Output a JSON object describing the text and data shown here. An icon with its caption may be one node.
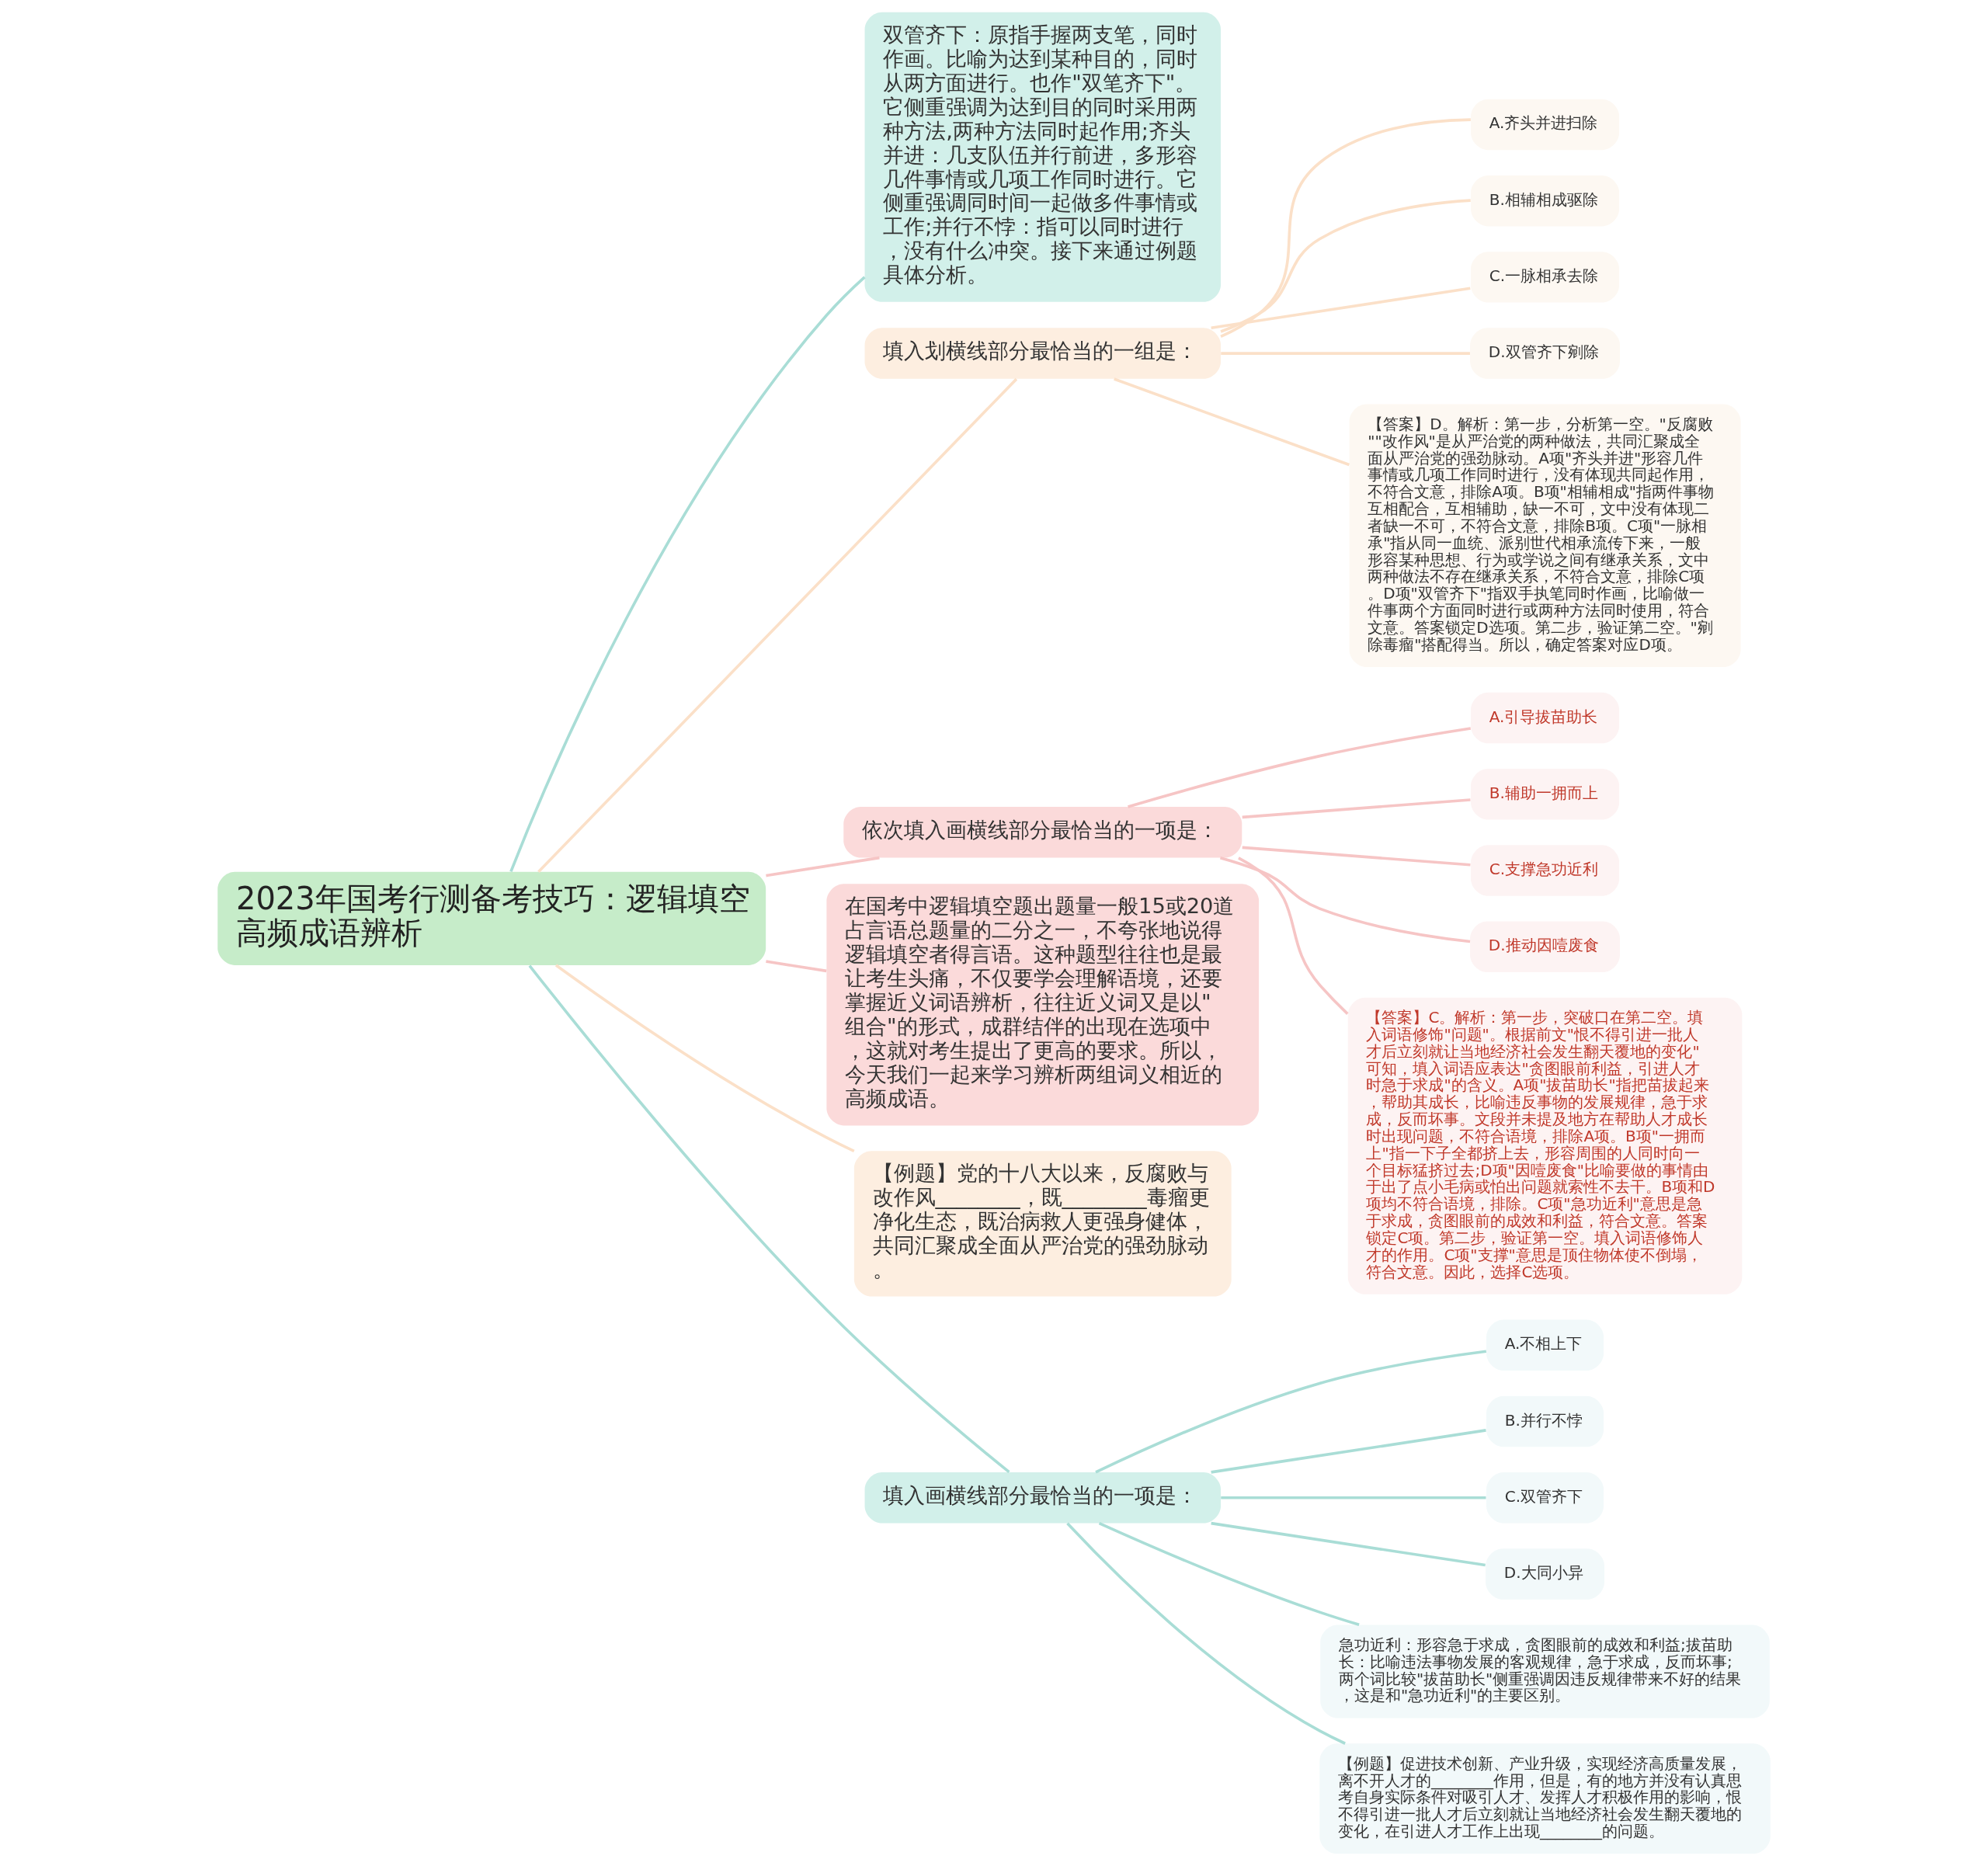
{
  "diagram": {
    "nodes": [
      {
        "text": [
          "2023年国考行测备考技巧：逻辑填空高频成语辨析"
        ]
      },
      {
        "text": [
          "双管齐下：原指手握两支笔，同时作画。比喻为达到某种目的，同时从两方面进行。也作\"双笔齐下\"。它侧重强调为达到目的同时采用两种方法,两种方法同时起作用;齐头并进：几支队伍并行前进，多形容几件事情或几项工作同时进行。它侧重强调同时间一起做多件事情或工作;并行不悖：指可以同时进行，没有什么冲突。接下来通过例题具体分析。"
        ]
      },
      {
        "text": [
          "填入划横线部分最恰当的一组是："
        ]
      },
      {
        "text": [
          "A.齐头并进扫除"
        ]
      },
      {
        "text": [
          "B.相辅相成驱除"
        ]
      },
      {
        "text": [
          "C.一脉相承去除"
        ]
      },
      {
        "text": [
          "D.双管齐下剜除"
        ]
      },
      {
        "text": [
          "【答案】D。解析：第一步，分析第一空。\"反腐败\"\"改作风\"是从严治党的两种做法，共同汇聚成全面从严治党的强劲脉动。A项\"齐头并进\"形容几件事情或几项工作同时进行，没有体现共同起作用，不符合文意，排除A项。B项\"相辅相成\"指两件事物互相配合，互相辅助，缺一不可，文中没有体现二者缺一不可，不符合文意，排除B项。C项\"一脉相承\"指从同一血统、派别世代相承流传下来，一般形容某种思想、行为或学说之间有继承关系，文中两种做法不存在继承关系，不符合文意，排除C项。D项\"双管齐下\"指双手执笔同时作画，比喻做一件事两个方面同时进行或两种方法同时使用，符合文意。答案锁定D选项。第二步，验证第二空。\"剜除毒瘤\"搭配得当。所以，确定答案对应D项。"
        ]
      },
      {
        "text": [
          "依次填入画横线部分最恰当的一项是："
        ]
      },
      {
        "text": [
          "A.引导拔苗助长"
        ]
      },
      {
        "text": [
          "B.辅助一拥而上"
        ]
      },
      {
        "text": [
          "C.支撑急功近利"
        ]
      },
      {
        "text": [
          "D.推动因噎废食"
        ]
      },
      {
        "text": [
          "【答案】C。解析：第一步，突破口在第二空。填入词语修饰\"问题\"。根据前文\"恨不得引进一批人才后立刻就让当地经济社会发生翻天覆地的变化\"可知，填入词语应表达\"贪图眼前利益，引进人才时急于求成\"的含义。A项\"拔苗助长\"指把苗拔起来，帮助其成长，比喻违反事物的发展规律，急于求成，反而坏事。文段并未提及地方在帮助人才成长时出现问题，不符合语境，排除A项。B项\"一拥而上\"指一下子全都挤上去，形容周围的人同时向一个目标猛挤过去;D项\"因噎废食\"比喻要做的事情由于出了点小毛病或怕出问题就索性不去干。B项和D项均不符合语境，排除。C项\"急功近利\"意思是急于求成，贪图眼前的成效和利益，符合文意。答案锁定C项。第二步，验证第一空。填入词语修饰人才的作用。C项\"支撑\"意思是顶住物体使不倒塌，符合文意。因此，选择C选项。"
        ]
      },
      {
        "text": [
          "在国考中逻辑填空题出题量一般15或20道占言语总题量的二分之一，不夸张地说得逻辑填空者得言语。这种题型往往也是最让考生头痛，不仅要学会理解语境，还要掌握近义词语辨析，往往近义词又是以\"组合\"的形式，成群结伴的出现在选项中，这就对考生提出了更高的要求。所以，今天我们一起来学习辨析两组词义相近的高频成语。"
        ]
      },
      {
        "text": [
          "【例题】党的十八大以来，反腐败与改作风________，既________毒瘤更净化生态，既治病救人更强身健体，共同汇聚成全面从严治党的强劲脉动。"
        ]
      },
      {
        "text": [
          "填入画横线部分最恰当的一项是："
        ]
      },
      {
        "text": [
          "A.不相上下"
        ]
      },
      {
        "text": [
          "B.并行不悖"
        ]
      },
      {
        "text": [
          "C.双管齐下"
        ]
      },
      {
        "text": [
          "D.大同小异"
        ]
      },
      {
        "text": [
          "急功近利：形容急于求成，贪图眼前的成效和利益;拔苗助长：比喻违法事物发展的客观规律，急于求成，反而坏事;两个词比较\"拔苗助长\"侧重强调因违反规律带来不好的结果，这是和\"急功近利\"的主要区别。"
        ]
      },
      {
        "text": [
          "【例题】促进技术创新、产业升级，实现经济高质量发展，离不开人才的________作用，但是，有的地方并没有认真思考自身实际条件对吸引人才、发挥人才积极作用的影响，恨不得引进一批人才后立刻就让当地经济社会发生翻天覆地的变化，在引进人才工作上出现________的问题。"
        ]
      }
    ],
    "edges": [
      {
        "from": 0,
        "to": 1,
        "arrow": "none",
        "color": "#a9ddd6"
      },
      {
        "from": 0,
        "to": 2,
        "arrow": "none",
        "color": "#fbe0c8"
      },
      {
        "from": 2,
        "to": 3,
        "arrow": "none",
        "color": "#fbe0c8"
      },
      {
        "from": 2,
        "to": 4,
        "arrow": "none",
        "color": "#fbe0c8"
      },
      {
        "from": 2,
        "to": 5,
        "arrow": "none",
        "color": "#fbe0c8"
      },
      {
        "from": 2,
        "to": 6,
        "arrow": "none",
        "color": "#fbe0c8"
      },
      {
        "from": 2,
        "to": 7,
        "arrow": "none",
        "color": "#fbe0c8"
      },
      {
        "from": 0,
        "to": 8,
        "arrow": "none",
        "color": "#f6c5c5"
      },
      {
        "from": 8,
        "to": 9,
        "arrow": "none",
        "color": "#f6c5c5"
      },
      {
        "from": 8,
        "to": 10,
        "arrow": "none",
        "color": "#f6c5c5"
      },
      {
        "from": 8,
        "to": 11,
        "arrow": "none",
        "color": "#f6c5c5"
      },
      {
        "from": 8,
        "to": 12,
        "arrow": "none",
        "color": "#f6c5c5"
      },
      {
        "from": 8,
        "to": 13,
        "arrow": "none",
        "color": "#f6c5c5"
      },
      {
        "from": 0,
        "to": 14,
        "arrow": "none",
        "color": "#f6c5c5"
      },
      {
        "from": 0,
        "to": 15,
        "arrow": "none",
        "color": "#fbe0c8"
      },
      {
        "from": 0,
        "to": 16,
        "arrow": "none",
        "color": "#a9ddd6"
      },
      {
        "from": 16,
        "to": 17,
        "arrow": "none",
        "color": "#a9ddd6"
      },
      {
        "from": 16,
        "to": 18,
        "arrow": "none",
        "color": "#a9ddd6"
      },
      {
        "from": 16,
        "to": 19,
        "arrow": "none",
        "color": "#a9ddd6"
      },
      {
        "from": 16,
        "to": 20,
        "arrow": "none",
        "color": "#a9ddd6"
      },
      {
        "from": 16,
        "to": 21,
        "arrow": "none",
        "color": "#a9ddd6"
      },
      {
        "from": 16,
        "to": 22,
        "arrow": "none",
        "color": "#a9ddd6"
      }
    ]
  }
}
